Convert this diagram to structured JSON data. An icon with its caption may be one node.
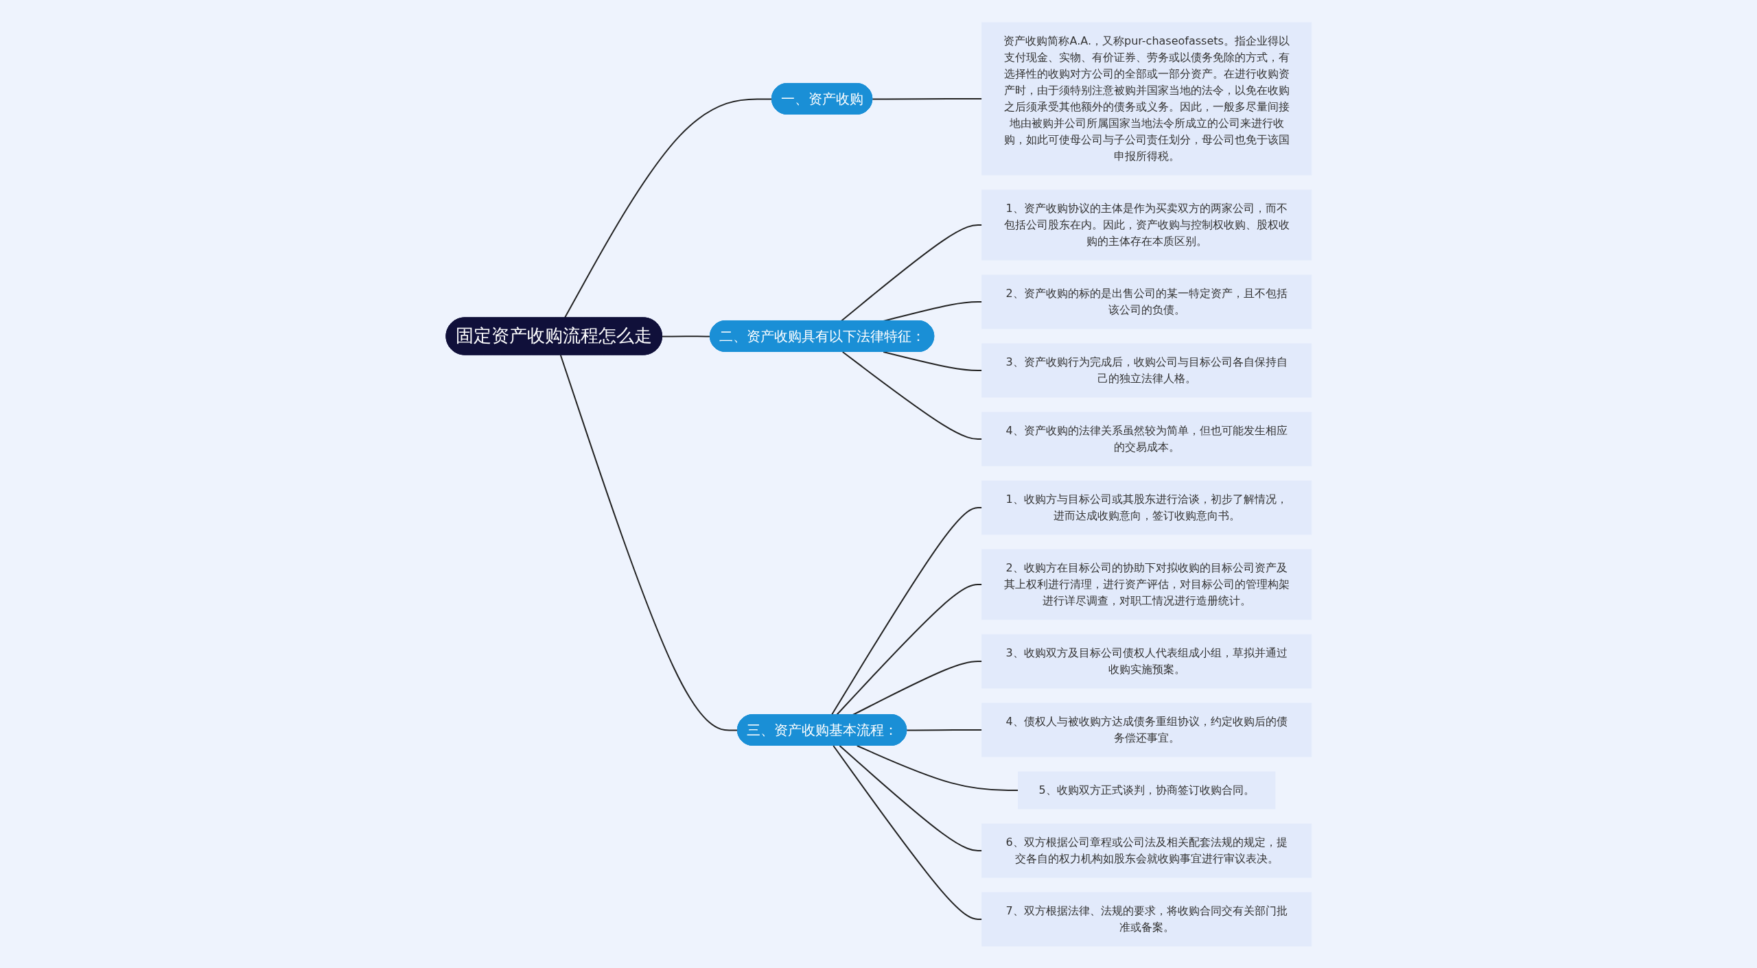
{
  "diagram": {
    "nodes": [
      {
        "text": [
          "固定资产收购流程怎么走"
        ]
      },
      {
        "text": [
          "一、资产收购"
        ]
      },
      {
        "text": [
          "资产收购简称A.A.，又称pur-chaseofassets。指企业得以支付现金、实物、有价证券、劳务或以债务免除的方式，有选择性的收购对方公司的全部或一部分资产。在进行收购资产时，由于须特别注意被购并国家当地的法令，以免在收购之后须承受其他额外的债务或义务。因此，一般多尽量间接地由被购并公司所属国家当地法令所成立的公司来进行收购，如此可使母公司与子公司责任划分，母公司也免于该国申报所得税。"
        ]
      },
      {
        "text": [
          "二、资产收购具有以下法律特征："
        ]
      },
      {
        "text": [
          "1、资产收购协议的主体是作为买卖双方的两家公司，而不包括公司股东在内。因此，资产收购与控制权收购、股权收购的主体存在本质区别。"
        ]
      },
      {
        "text": [
          "2、资产收购的标的是出售公司的某一特定资产，且不包括该公司的负债。"
        ]
      },
      {
        "text": [
          "3、资产收购行为完成后，收购公司与目标公司各自保持自己的独立法律人格。"
        ]
      },
      {
        "text": [
          "4、资产收购的法律关系虽然较为简单，但也可能发生相应的交易成本。"
        ]
      },
      {
        "text": [
          "三、资产收购基本流程："
        ]
      },
      {
        "text": [
          "1、收购方与目标公司或其股东进行洽谈，初步了解情况，进而达成收购意向，签订收购意向书。"
        ]
      },
      {
        "text": [
          "2、收购方在目标公司的协助下对拟收购的目标公司资产及其上权利进行清理，进行资产评估，对目标公司的管理构架进行详尽调查，对职工情况进行造册统计。"
        ]
      },
      {
        "text": [
          "3、收购双方及目标公司债权人代表组成小组，草拟并通过收购实施预案。"
        ]
      },
      {
        "text": [
          "4、债权人与被收购方达成债务重组协议，约定收购后的债务偿还事宜。"
        ]
      },
      {
        "text": [
          "5、收购双方正式谈判，协商签订收购合同。"
        ]
      },
      {
        "text": [
          "6、双方根据公司章程或公司法及相关配套法规的规定，提交各自的权力机构如股东会就收购事宜进行审议表决。"
        ]
      },
      {
        "text": [
          "7、双方根据法律、法规的要求，将收购合同交有关部门批准或备案。"
        ]
      }
    ],
    "edges": [
      {
        "from": 0,
        "to": 1,
        "arrow": "none"
      },
      {
        "from": 1,
        "to": 2,
        "arrow": "none"
      },
      {
        "from": 0,
        "to": 3,
        "arrow": "none"
      },
      {
        "from": 3,
        "to": 4,
        "arrow": "none"
      },
      {
        "from": 3,
        "to": 5,
        "arrow": "none"
      },
      {
        "from": 3,
        "to": 6,
        "arrow": "none"
      },
      {
        "from": 3,
        "to": 7,
        "arrow": "none"
      },
      {
        "from": 0,
        "to": 8,
        "arrow": "none"
      },
      {
        "from": 8,
        "to": 9,
        "arrow": "none"
      },
      {
        "from": 8,
        "to": 10,
        "arrow": "none"
      },
      {
        "from": 8,
        "to": 11,
        "arrow": "none"
      },
      {
        "from": 8,
        "to": 12,
        "arrow": "none"
      },
      {
        "from": 8,
        "to": 13,
        "arrow": "none"
      },
      {
        "from": 8,
        "to": 14,
        "arrow": "none"
      },
      {
        "from": 8,
        "to": 15,
        "arrow": "none"
      }
    ]
  }
}
